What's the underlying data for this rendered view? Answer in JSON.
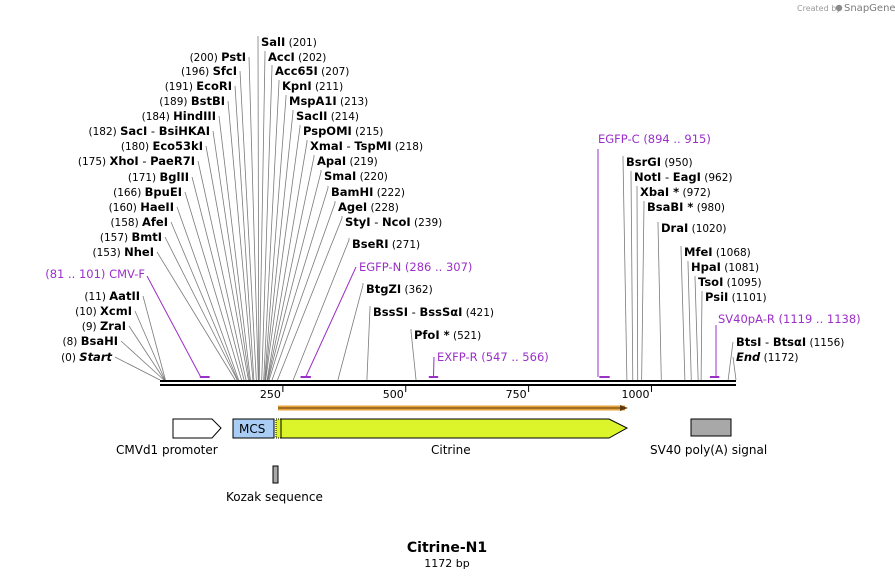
{
  "credit": {
    "text": "Created by",
    "brand": "SnapGene"
  },
  "map": {
    "name": "Citrine-N1",
    "length_label": "1172 bp",
    "length_bp": 1172,
    "ruler_ticks": [
      "250",
      "500",
      "750",
      "1000"
    ],
    "ruler_values": [
      250,
      500,
      750,
      1000
    ]
  },
  "sites": [
    {
      "name": "Start",
      "pos": "(0)",
      "bp": 0,
      "italic": true
    },
    {
      "name": "BsaHI",
      "pos": "(8)",
      "bp": 8
    },
    {
      "name": "ZraI",
      "pos": "(9)",
      "bp": 9
    },
    {
      "name": "XcmI",
      "pos": "(10)",
      "bp": 10
    },
    {
      "name": "AatII",
      "pos": "(11)",
      "bp": 11
    },
    {
      "name": "NheI",
      "pos": "(153)",
      "bp": 153
    },
    {
      "name": "BmtI",
      "pos": "(157)",
      "bp": 157
    },
    {
      "name": "AfeI",
      "pos": "(158)",
      "bp": 158
    },
    {
      "name": "HaeII",
      "pos": "(160)",
      "bp": 160
    },
    {
      "name": "BpuEI",
      "pos": "(166)",
      "bp": 166
    },
    {
      "name": "BglII",
      "pos": "(171)",
      "bp": 171
    },
    {
      "name": "XhoI",
      "alt": "PaeR7I",
      "pos": "(175)",
      "bp": 175
    },
    {
      "name": "Eco53kI",
      "pos": "(180)",
      "bp": 180
    },
    {
      "name": "SacI",
      "alt": "BsiHKAI",
      "pos": "(182)",
      "bp": 182
    },
    {
      "name": "HindIII",
      "pos": "(184)",
      "bp": 184
    },
    {
      "name": "BstBI",
      "pos": "(189)",
      "bp": 189
    },
    {
      "name": "EcoRI",
      "pos": "(191)",
      "bp": 191
    },
    {
      "name": "SfcI",
      "pos": "(196)",
      "bp": 196
    },
    {
      "name": "PstI",
      "pos": "(200)",
      "bp": 200
    },
    {
      "name": "SalI",
      "pos": "(201)",
      "bp": 201
    },
    {
      "name": "AccI",
      "pos": "(202)",
      "bp": 202
    },
    {
      "name": "Acc65I",
      "pos": "(207)",
      "bp": 207
    },
    {
      "name": "KpnI",
      "pos": "(211)",
      "bp": 211
    },
    {
      "name": "MspA1I",
      "pos": "(213)",
      "bp": 213
    },
    {
      "name": "SacII",
      "pos": "(214)",
      "bp": 214
    },
    {
      "name": "PspOMI",
      "pos": "(215)",
      "bp": 215
    },
    {
      "name": "XmaI",
      "alt": "TspMI",
      "pos": "(218)",
      "bp": 218
    },
    {
      "name": "ApaI",
      "pos": "(219)",
      "bp": 219
    },
    {
      "name": "SmaI",
      "pos": "(220)",
      "bp": 220
    },
    {
      "name": "BamHI",
      "pos": "(222)",
      "bp": 222
    },
    {
      "name": "AgeI",
      "pos": "(228)",
      "bp": 228
    },
    {
      "name": "StyI",
      "alt": "NcoI",
      "pos": "(239)",
      "bp": 239
    },
    {
      "name": "BseRI",
      "pos": "(271)",
      "bp": 271
    },
    {
      "name": "BtgZI",
      "pos": "(362)",
      "bp": 362
    },
    {
      "name": "BssSI",
      "alt": "BssSαI",
      "pos": "(421)",
      "bp": 421
    },
    {
      "name": "PfoI *",
      "pos": "(521)",
      "bp": 521
    },
    {
      "name": "BsrGI",
      "pos": "(950)",
      "bp": 950
    },
    {
      "name": "NotI",
      "alt": "EagI",
      "pos": "(962)",
      "bp": 962
    },
    {
      "name": "XbaI *",
      "pos": "(972)",
      "bp": 972
    },
    {
      "name": "BsaBI *",
      "pos": "(980)",
      "bp": 980
    },
    {
      "name": "DraI",
      "pos": "(1020)",
      "bp": 1020
    },
    {
      "name": "MfeI",
      "pos": "(1068)",
      "bp": 1068
    },
    {
      "name": "HpaI",
      "pos": "(1081)",
      "bp": 1081
    },
    {
      "name": "TsoI",
      "pos": "(1095)",
      "bp": 1095
    },
    {
      "name": "PsiI",
      "pos": "(1101)",
      "bp": 1101
    },
    {
      "name": "BtsI",
      "alt": "BtsαI",
      "pos": "(1156)",
      "bp": 1156
    },
    {
      "name": "End",
      "pos": "(1172)",
      "bp": 1172,
      "italic": true
    }
  ],
  "primers": [
    {
      "name": "CMV-F",
      "range": "(81 .. 101)",
      "start": 81,
      "end": 101
    },
    {
      "name": "EGFP-N",
      "range": "(286 .. 307)",
      "start": 286,
      "end": 307
    },
    {
      "name": "EXFP-R",
      "range": "(547 .. 566)",
      "start": 547,
      "end": 566
    },
    {
      "name": "EGFP-C",
      "range": "(894 .. 915)",
      "start": 894,
      "end": 915
    },
    {
      "name": "SV40pA-R",
      "range": "(1119 .. 1138)",
      "start": 1119,
      "end": 1138
    }
  ],
  "features": [
    {
      "name": "CMVd1 promoter",
      "type": "promoter",
      "color": "#ffffff"
    },
    {
      "name": "MCS",
      "type": "misc",
      "color": "#a9cdf5"
    },
    {
      "name": "Citrine",
      "type": "cds",
      "color": "#dcf52a"
    },
    {
      "name": "SV40 poly(A) signal",
      "type": "polyA",
      "color": "#a8a8a8"
    },
    {
      "name": "Kozak sequence",
      "type": "misc",
      "color": "#a8a8a8"
    }
  ],
  "colors": {
    "primer": "#9b30c8",
    "orf_line": "#e8a33a",
    "backbone": "#000000"
  }
}
